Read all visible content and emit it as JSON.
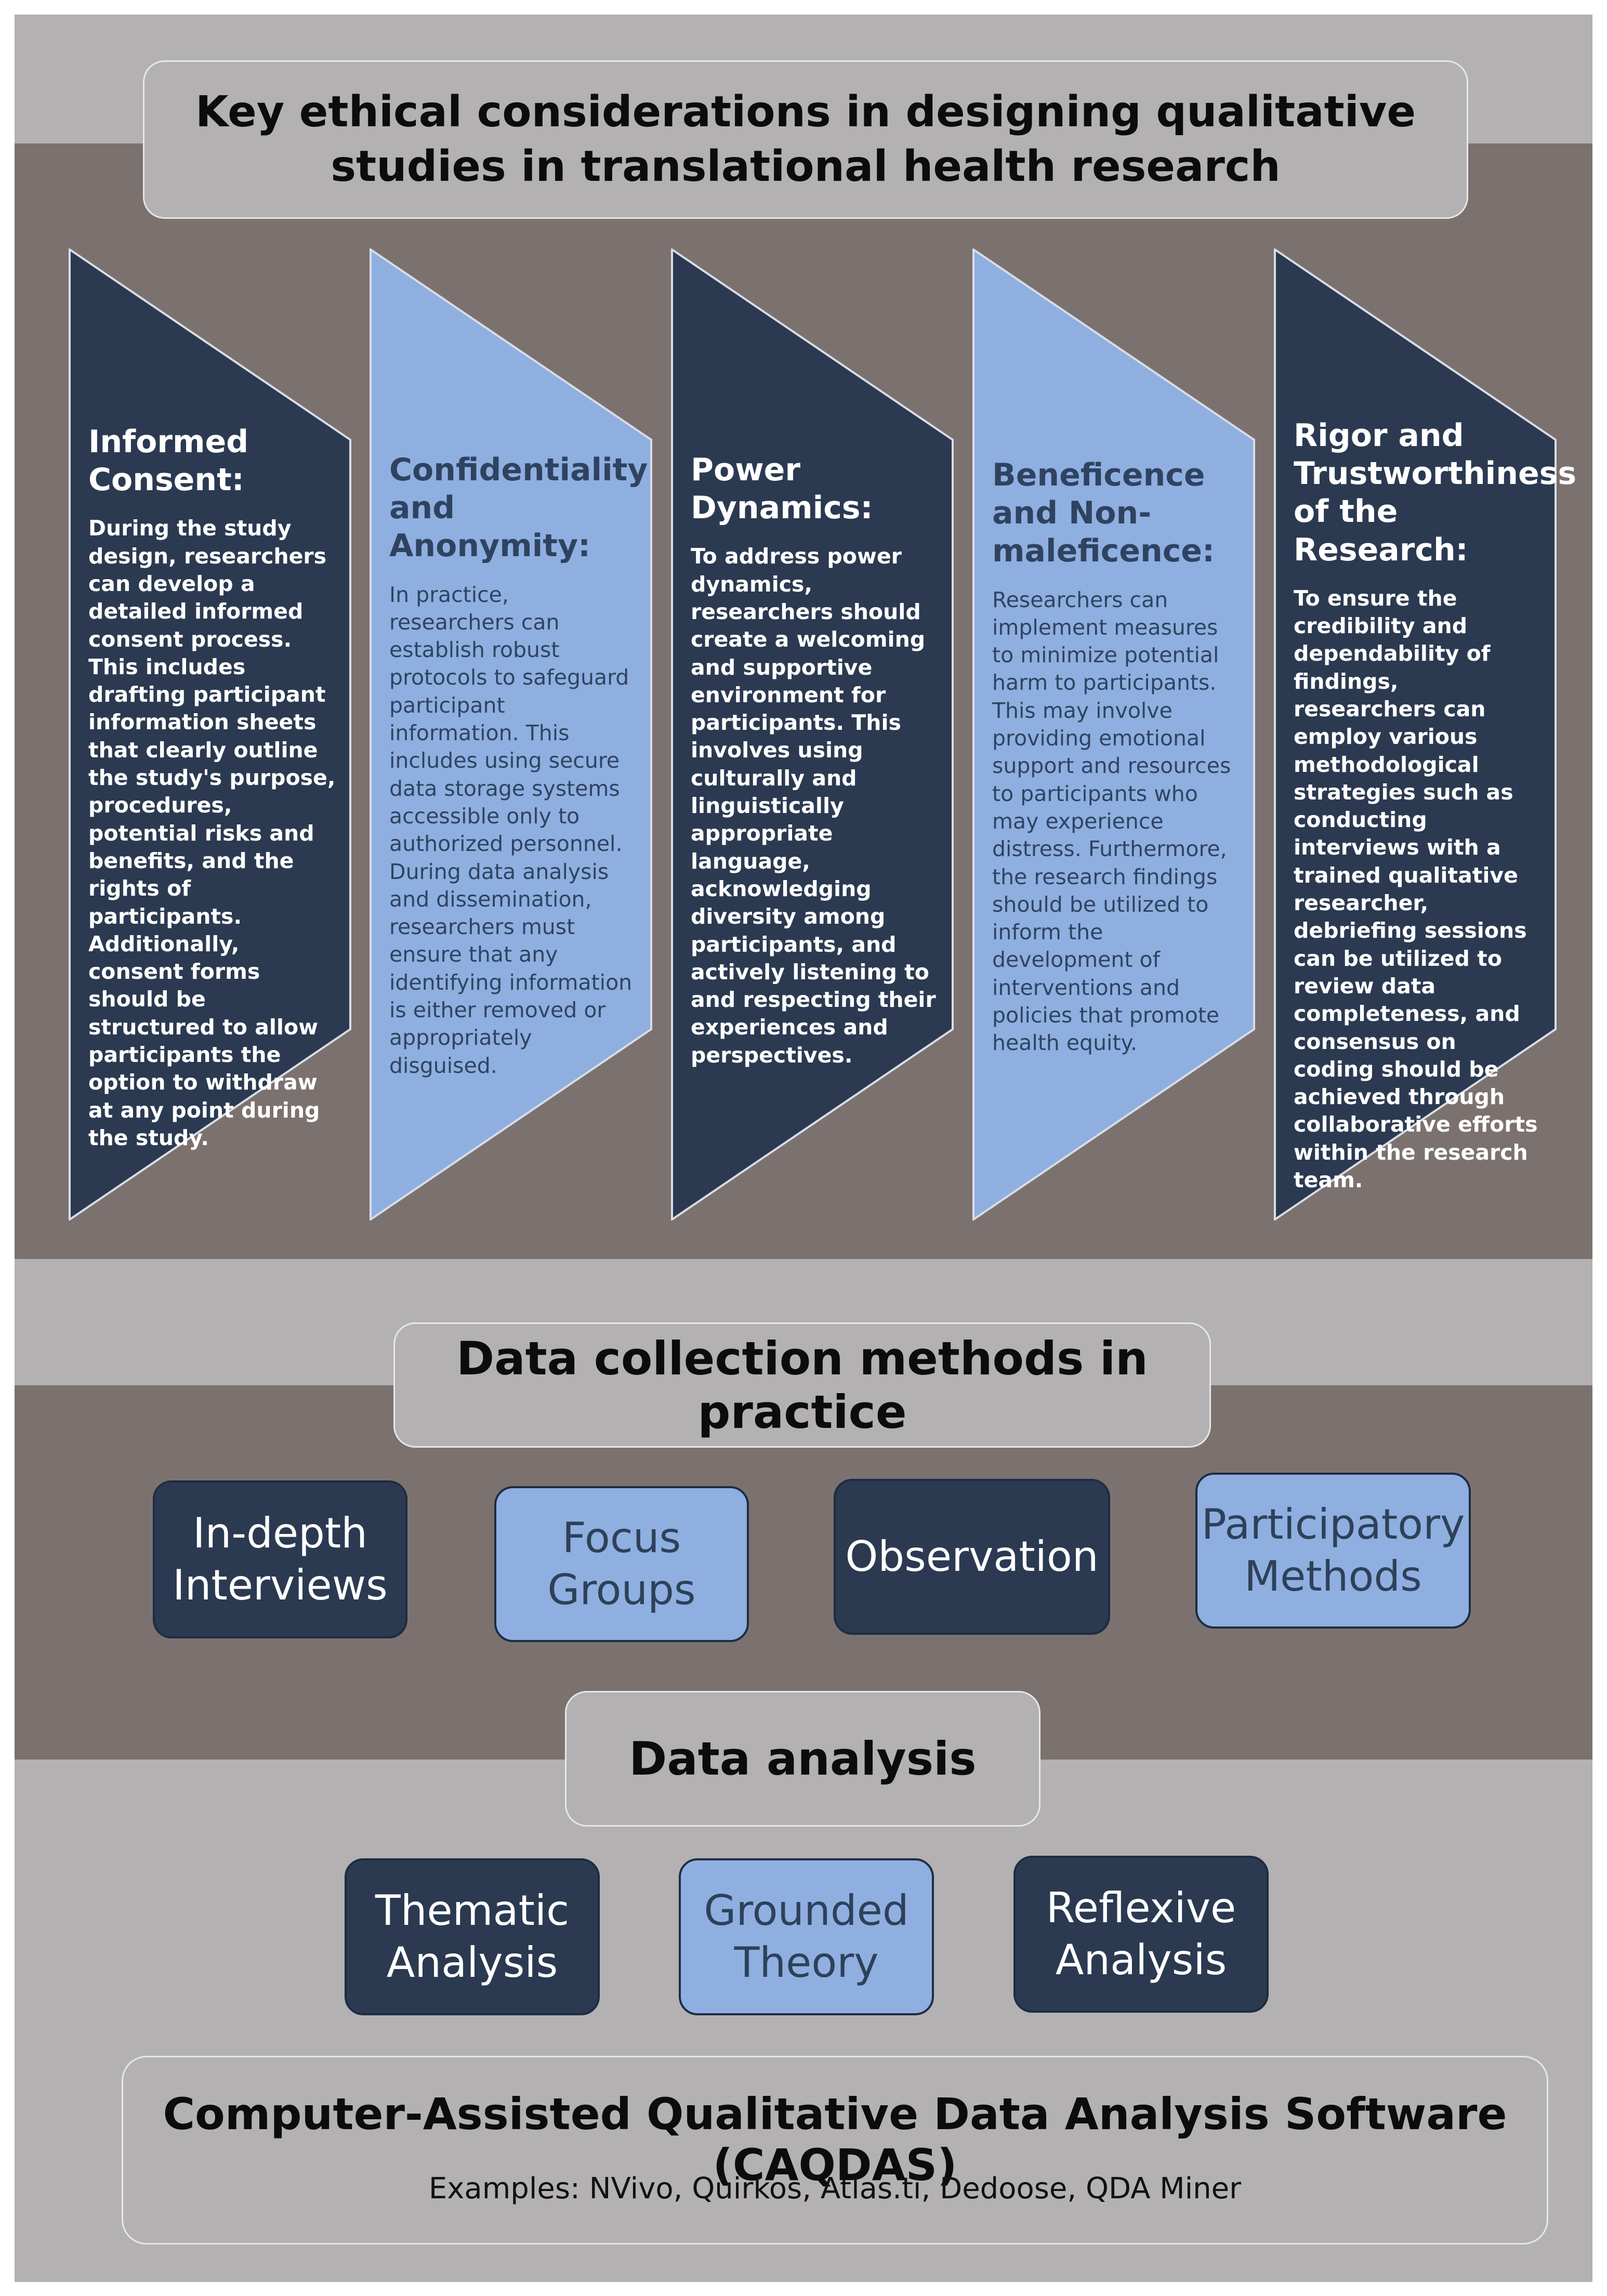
{
  "header": {
    "title": "Key ethical considerations in designing qualitative studies in translational health research"
  },
  "considerations": [
    {
      "title": "Informed Consent:",
      "text": "During the study design, researchers can develop a detailed informed consent process. This includes drafting participant information sheets that clearly outline the study's purpose, procedures, potential risks and benefits, and the rights of participants. Additionally, consent forms should be structured to allow participants the option to withdraw at any point during the study.",
      "style": "dark"
    },
    {
      "title": "Confidentiality and Anonymity:",
      "text": "In practice, researchers can establish robust protocols to safeguard participant information. This includes using secure data storage systems accessible only to authorized personnel. During data analysis and dissemination, researchers must ensure that any identifying information is either removed or appropriately disguised.",
      "style": "light"
    },
    {
      "title": "Power Dynamics:",
      "text": "To address power dynamics, researchers should create a welcoming and supportive environment for participants. This involves using culturally and linguistically appropriate language, acknowledging diversity among participants, and actively listening to and respecting their experiences and perspectives.",
      "style": "dark"
    },
    {
      "title": "Beneficence and Non-maleficence:",
      "text": "Researchers can implement measures to minimize potential harm to participants. This may involve providing emotional support and resources to participants who may experience distress. Furthermore, the research findings should be utilized to inform the development of interventions and policies that promote health equity.",
      "style": "light"
    },
    {
      "title": "Rigor and Trustworthiness of the Research:",
      "text": "To ensure the credibility and dependability of findings, researchers can employ various methodological strategies such as conducting interviews with a trained qualitative researcher, debriefing sessions can be utilized to review data completeness, and consensus on coding should be achieved through collaborative efforts within the research team.",
      "style": "dark"
    }
  ],
  "data_collection": {
    "title": "Data collection methods in practice",
    "methods": [
      "In-depth Interviews",
      "Focus Groups",
      "Observation",
      "Participatory Methods"
    ]
  },
  "data_analysis": {
    "title": "Data analysis",
    "methods": [
      "Thematic Analysis",
      "Grounded Theory",
      "Reflexive Analysis"
    ]
  },
  "caqdas": {
    "title": "Computer-Assisted Qualitative Data Analysis Software (CAQDAS)",
    "examples": "Examples: NVivo, Quirkos, Atlas.ti, Dedoose, QDA Miner"
  },
  "colors": {
    "dark_navy": "#2b3a51",
    "light_blue": "#8fafe0",
    "band_brown_gray": "#7b7270",
    "panel_gray": "#b4b1b2"
  }
}
